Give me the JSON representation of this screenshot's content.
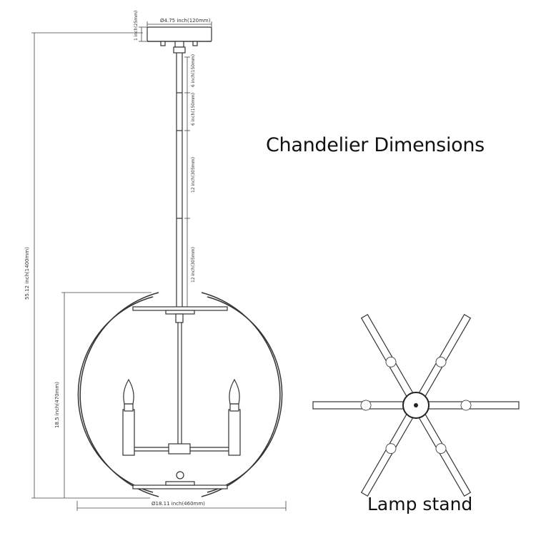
{
  "title": "Chandelier Dimensions",
  "caption": "Lamp stand",
  "dimensions": {
    "canopy_height": "1 inch(25mm)",
    "canopy_width": "Ø4.75 inch(120mm)",
    "rod_1": "6 inch(150mm)",
    "rod_2": "6 inch(150mm)",
    "rod_3": "12 inch(305mm)",
    "rod_4": "12 inch(305mm)",
    "overall_height": "55.12 inch(1400mm)",
    "body_height": "18.5 inch(470mm)",
    "body_width": "Ø18.11 inch(460mm)"
  },
  "stand_arms": 6
}
